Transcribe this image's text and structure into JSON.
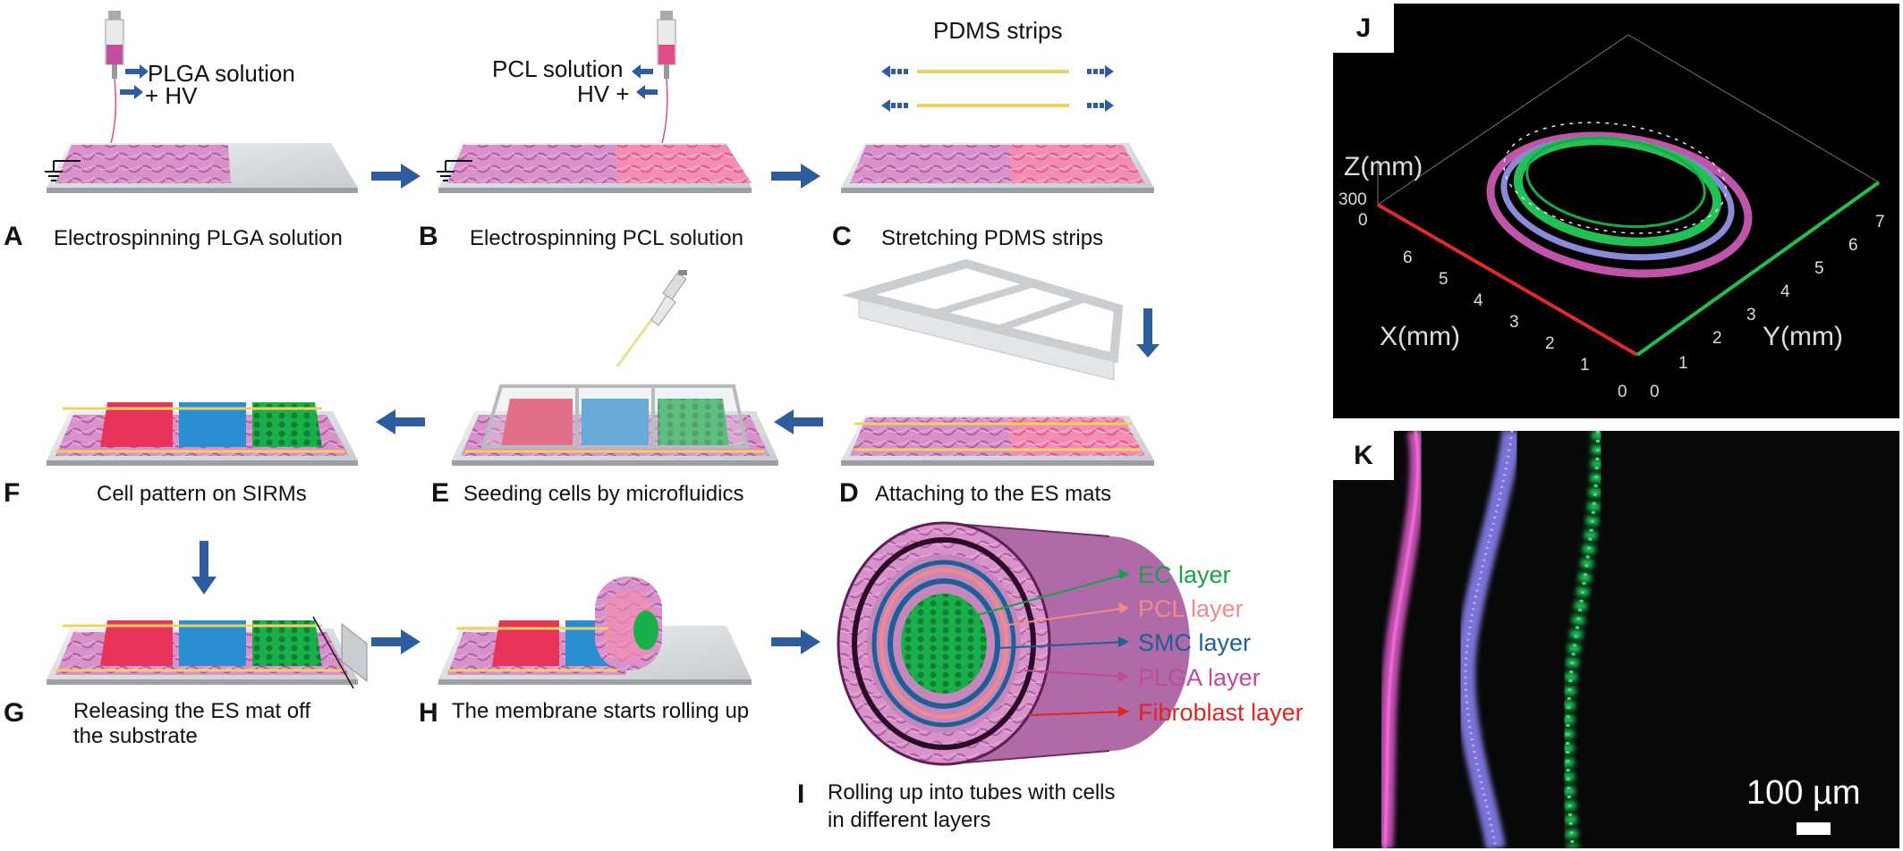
{
  "panels": {
    "A": {
      "letter": "A",
      "caption": "Electrospinning PLGA solution",
      "label_solution": "PLGA solution",
      "label_hv": "+ HV"
    },
    "B": {
      "letter": "B",
      "caption": "Electrospinning PCL solution",
      "label_solution": "PCL solution",
      "label_hv": "HV +"
    },
    "C": {
      "letter": "C",
      "caption": "Stretching PDMS strips",
      "label_strips": "PDMS strips"
    },
    "D": {
      "letter": "D",
      "caption": "Attaching to the ES mats"
    },
    "E": {
      "letter": "E",
      "caption": "Seeding cells by microfluidics"
    },
    "F": {
      "letter": "F",
      "caption": "Cell pattern on SIRMs"
    },
    "G": {
      "letter": "G",
      "caption_line1": "Releasing the ES mat off",
      "caption_line2": "the substrate"
    },
    "H": {
      "letter": "H",
      "caption": "The membrane starts rolling up"
    },
    "I": {
      "letter": "I",
      "caption_line1": "Rolling up into tubes with cells",
      "caption_line2": "in different layers",
      "layers": [
        {
          "name": "EC layer",
          "color": "#1aa04a"
        },
        {
          "name": "PCL layer",
          "color": "#f28a8a"
        },
        {
          "name": "SMC layer",
          "color": "#1e5f96"
        },
        {
          "name": "PLGA layer",
          "color": "#c0489e"
        },
        {
          "name": "Fibroblast layer",
          "color": "#e0251e"
        }
      ]
    },
    "J": {
      "letter": "J",
      "z_axis": "Z(mm)",
      "x_axis": "X(mm)",
      "y_axis": "Y(mm)",
      "z_ticks": [
        "300",
        "0"
      ],
      "x_ticks": [
        "6",
        "5",
        "4",
        "3",
        "2",
        "1",
        "0"
      ],
      "y_ticks": [
        "0",
        "1",
        "2",
        "3",
        "4",
        "5",
        "6",
        "7"
      ]
    },
    "K": {
      "letter": "K",
      "scale_label": "100 µm"
    }
  },
  "colors": {
    "arrow": "#2f5c9e",
    "plga_mat": "#c86bb7",
    "pcl_mat": "#f06a9a",
    "fibroblast_cells": "#e8345a",
    "smc_cells": "#2a8fd1",
    "ec_cells": "#18b04c",
    "pdms_strip": "#f0d060",
    "substrate": "#d8dcdf"
  }
}
